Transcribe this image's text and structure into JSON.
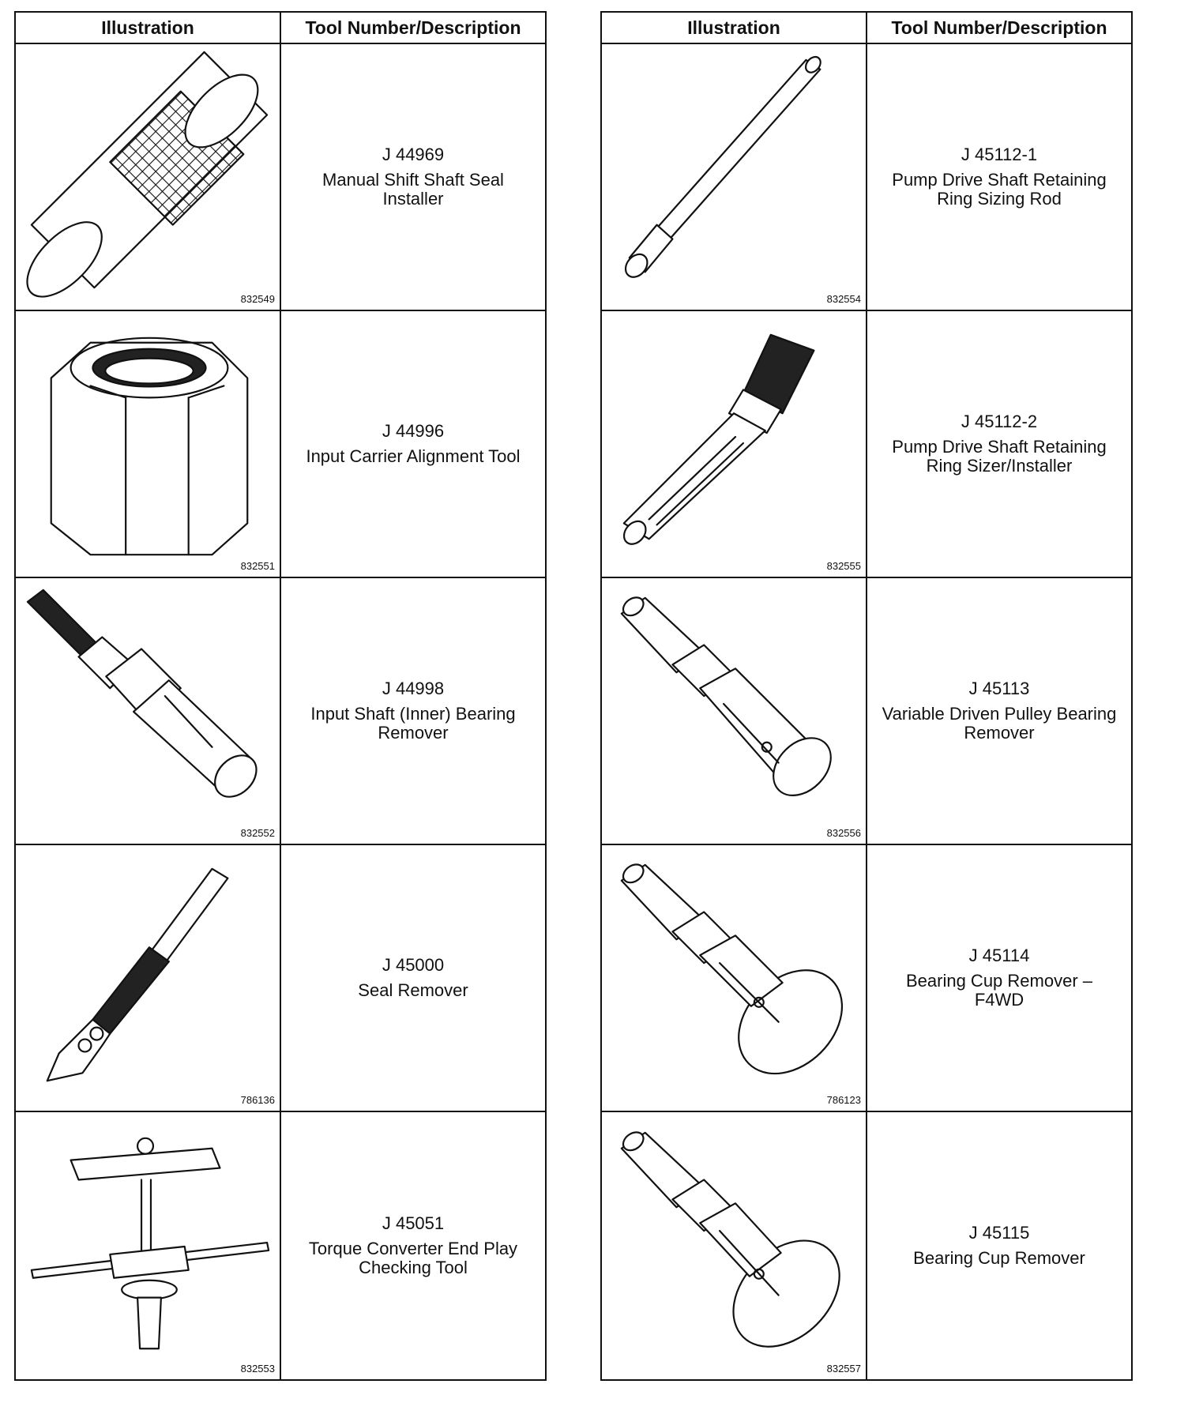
{
  "headers": {
    "illustration": "Illustration",
    "tool": "Tool Number/Description"
  },
  "left": [
    {
      "number": "J 44969",
      "description": "Manual Shift Shaft Seal Installer",
      "figure": "832549"
    },
    {
      "number": "J 44996",
      "description": "Input Carrier Alignment Tool",
      "figure": "832551"
    },
    {
      "number": "J 44998",
      "description": "Input Shaft (Inner) Bearing Remover",
      "figure": "832552"
    },
    {
      "number": "J 45000",
      "description": "Seal Remover",
      "figure": "786136"
    },
    {
      "number": "J 45051",
      "description": "Torque Converter End Play Checking Tool",
      "figure": "832553"
    }
  ],
  "right": [
    {
      "number": "J 45112-1",
      "description": "Pump Drive Shaft Retaining Ring Sizing Rod",
      "figure": "832554"
    },
    {
      "number": "J 45112-2",
      "description": "Pump Drive Shaft Retaining Ring Sizer/Installer",
      "figure": "832555"
    },
    {
      "number": "J 45113",
      "description": "Variable Driven Pulley Bearing Remover",
      "figure": "832556"
    },
    {
      "number": "J 45114",
      "description": "Bearing Cup Remover – F4WD",
      "figure": "786123"
    },
    {
      "number": "J 45115",
      "description": "Bearing Cup Remover",
      "figure": "832557"
    }
  ]
}
